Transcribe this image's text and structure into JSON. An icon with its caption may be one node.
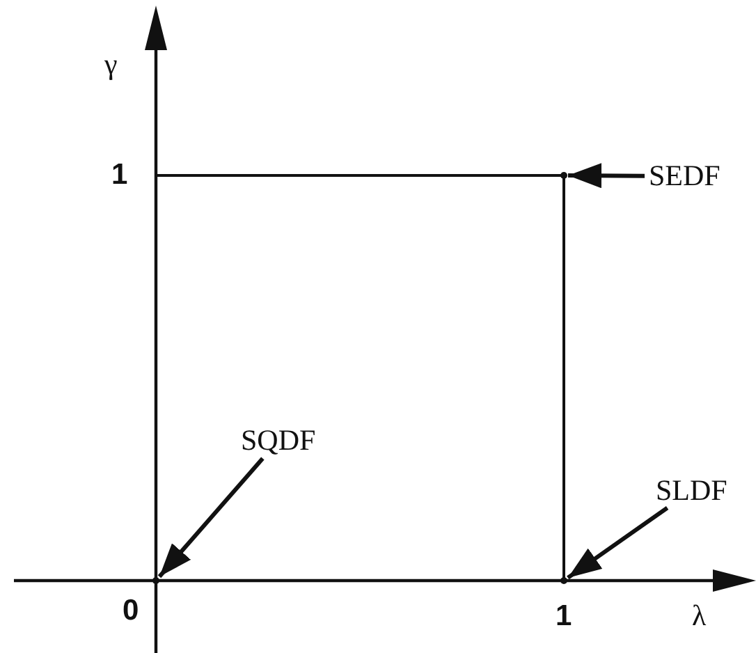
{
  "diagram": {
    "nodes": [
      {
        "text": [
          "SEDF"
        ]
      },
      {
        "text": [
          "SQDF"
        ]
      },
      {
        "text": [
          "SLDF"
        ]
      },
      {
        "text": [],
        "shape": "point"
      },
      {
        "text": [],
        "shape": "point"
      },
      {
        "text": [],
        "shape": "point"
      }
    ],
    "edges": [
      {
        "from": 0,
        "to": 3,
        "arrow": "to"
      },
      {
        "from": 1,
        "to": 4,
        "arrow": "to"
      },
      {
        "from": 2,
        "to": 5,
        "arrow": "to"
      }
    ],
    "labels": [
      "γ",
      "1",
      "0",
      "1",
      "λ"
    ]
  }
}
